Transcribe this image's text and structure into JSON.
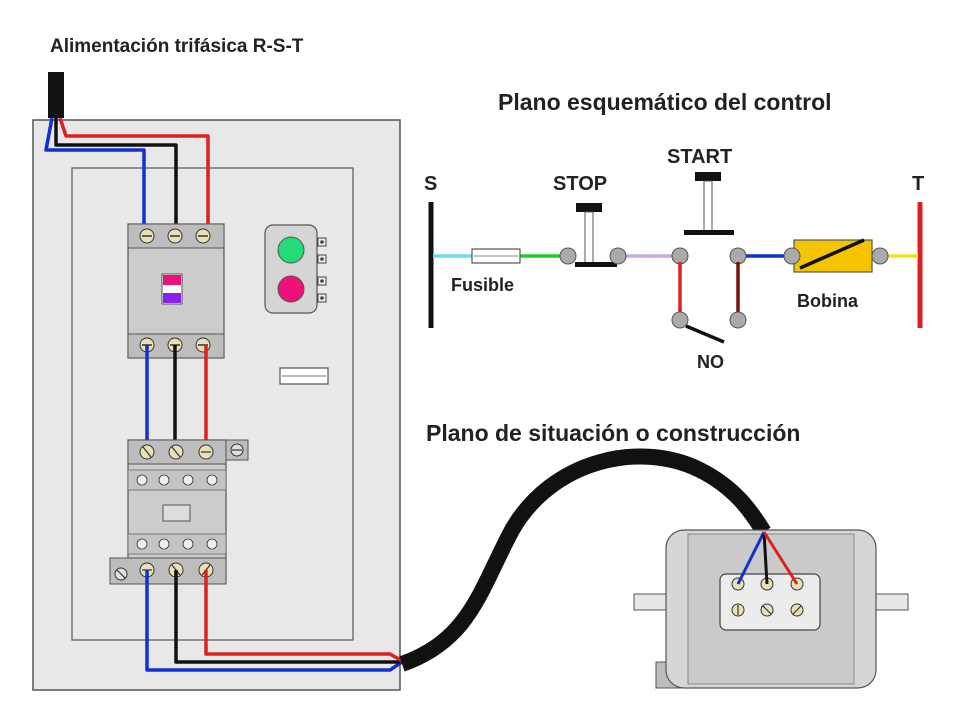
{
  "labels": {
    "supply": "Alimentación trifásica R-S-T",
    "control_title": "Plano esquemático del control",
    "layout_title": "Plano de situación o construcción",
    "s": "S",
    "t": "T",
    "stop": "STOP",
    "start": "START",
    "fuse": "Fusible",
    "coil": "Bobina",
    "no": "NO"
  },
  "colors": {
    "wire_r": "#e02020",
    "wire_s": "#1030d0",
    "wire_t": "#111111",
    "panel": "#e8e8e8",
    "button_green": "#22dd77",
    "button_red": "#ee1177",
    "coil": "#f5c400"
  }
}
